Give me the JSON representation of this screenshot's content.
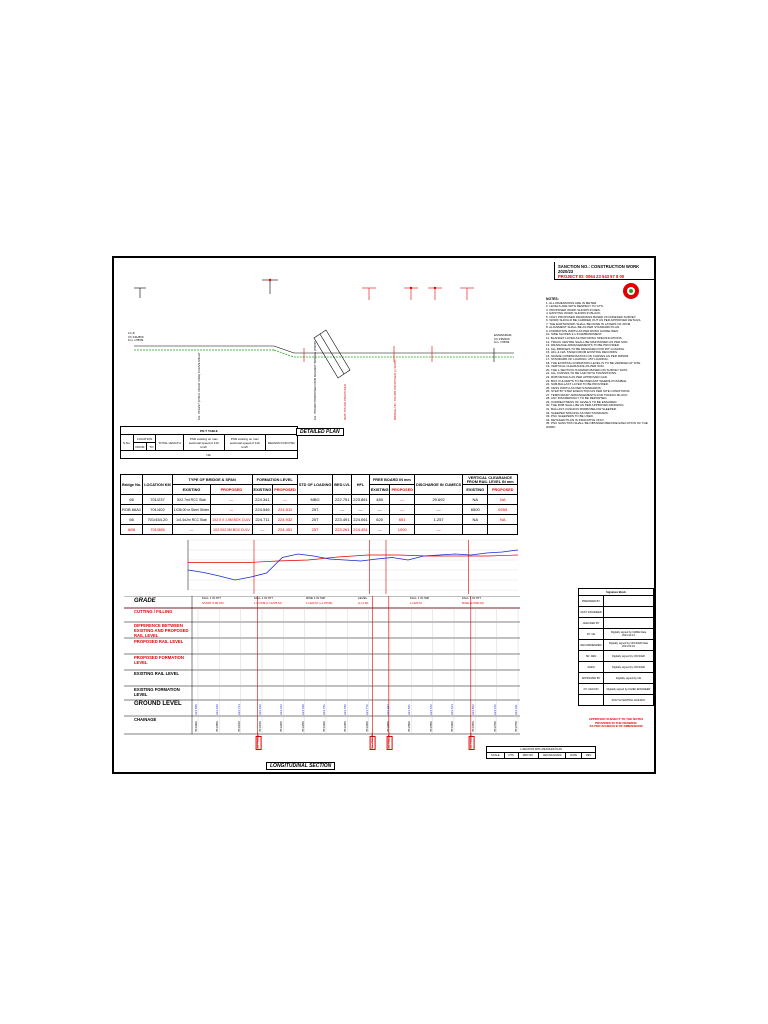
{
  "sheet": {
    "title_lines": [
      "SANCTION NO.: CONSTRUCTION WORK 2020/23",
      "PROJECT ID: 0064 23 543 57 8 00"
    ],
    "detailed_plan_caption": "DETAILED PLAN",
    "longitudinal_section_caption": "LONGITUDINAL SECTION"
  },
  "plan": {
    "left_label": [
      "LC-8",
      "Ch 231/800",
      "Km. 178/99"
    ],
    "right_label": [
      "ESSWARAM",
      "Ch 235/000",
      "Km. 178/99"
    ],
    "vert_labels": [
      {
        "text": "CH. 703/237 (P.W.D. ROAD XING) CURVE RIGHT",
        "color": "black"
      },
      {
        "text": "CH. 706/400 PROPOSED ROB RAILWAY BRIDGE (PROP)",
        "color": "black"
      },
      {
        "text": "ROB 707/402 PROPOSED",
        "color": "red"
      },
      {
        "text": "BRIDGE NO. 701/485 PROPOSED (3 SPAN)",
        "color": "red"
      }
    ],
    "tags": [
      "ROB",
      "RAILWAY",
      "ROAD"
    ]
  },
  "pr_table": {
    "title": "P.R.T TABLE",
    "headers": [
      "S.No.",
      "LOCATION",
      "TOTAL LENGTH",
      "PSR existing on max sectional speed of 110 km/h",
      "PSR existing on max sectional speed of 110 km/h",
      "REASON FOR PSR"
    ],
    "sub_headers": [
      "FROM",
      "TO"
    ],
    "value": "NIL"
  },
  "bridge_table": {
    "headers": [
      "Bridge No.",
      "LOCATION KM",
      "TYPE OF BRIDGE & SPAN",
      "",
      "FORMATION LEVEL",
      "",
      "STD OF LOADING",
      "BED LVL",
      "HFL",
      "FREE BOARD IN mm",
      "",
      "DISCHARGE IN CUMECS",
      "VERTICAL CLEARANCE FROM RAIL LEVEL IN mm",
      ""
    ],
    "sub_headers": [
      "EXISTING",
      "PROPOSED",
      "EXISTING",
      "PROPOSED",
      "EXISTING",
      "PROPOSED",
      "EXISTING",
      "PROPOSED"
    ],
    "rows": [
      {
        "no": "66",
        "km": "701/237",
        "type_ex": "5X2.7mt RCC Slab",
        "type_pr": "—",
        "fl_ex": "224.341",
        "fl_pr": "—",
        "std": "MBG",
        "bed": "222.751",
        "hfl": "223.861",
        "fb_ex": "480",
        "fb_pr": "—",
        "dis": "29.692",
        "vc_ex": "NA",
        "vc_pr": "NA",
        "red": false
      },
      {
        "no": "ROB 66A1",
        "km": "701/402",
        "type_ex": "1X36.00 m Steel Girder",
        "type_pr": "—",
        "fl_ex": "224.546",
        "fl_pr": "224.511",
        "std": "25T",
        "bed": "—",
        "hfl": "—",
        "fb_ex": "—",
        "fb_pr": "—",
        "dis": "—",
        "vc_ex": "6500",
        "vc_pr": "6555",
        "red": false
      },
      {
        "no": "66",
        "km": "701/454.20",
        "type_ex": "1x1.6x2m RCC Slab",
        "type_pr": "1X2.0 X 1.5M BOX CULV",
        "fl_ex": "224.711",
        "fl_pr": "224.932",
        "std": "25T",
        "bed": "223.491",
        "hfl": "224.061",
        "fb_ex": "620",
        "fb_pr": "651",
        "dis": "1.257",
        "vc_ex": "NA",
        "vc_pr": "NA",
        "red": false
      },
      {
        "no": "66B",
        "km": "701/585",
        "type_ex": "—",
        "type_pr": "1X2.0X2.0M BOX CULV",
        "fl_ex": "—",
        "fl_pr": "224.451",
        "std": "25T",
        "bed": "223.261",
        "hfl": "224.451",
        "fb_ex": "—",
        "fb_pr": "1000",
        "dis": "—",
        "vc_ex": "",
        "vc_pr": "",
        "red": true
      }
    ]
  },
  "section": {
    "grade_title": "GRADE",
    "grade_texts": [
      "FALL 1 IN 877",
      "FALL 1 IN 877",
      "RISE 1 IN 500",
      "LEVEL",
      "FALL 1 IN 500",
      "FALL 1 IN 877"
    ],
    "grade_sub": [
      "START 0.00 KM",
      "1 IN 549 (L=1235 M)",
      "L=420 M (+1.071M)",
      "(L=1 M)",
      "L=420 M",
      "RISE (L=500 M)"
    ],
    "row_labels": [
      {
        "text": "CUTTING / FILLING",
        "color": "red"
      },
      {
        "text": "DIFFERENCE BETWEEN EXISTING AND PROPOSED RAIL LEVEL",
        "color": "red"
      },
      {
        "text": "PROPOSED RAIL LEVEL",
        "color": "red"
      },
      {
        "text": "PROPOSED FORMATION LEVEL",
        "color": "red"
      },
      {
        "text": "EXISTING RAIL LEVEL",
        "color": "black"
      },
      {
        "text": "EXISTING FORMATION LEVEL",
        "color": "black"
      },
      {
        "text": "GROUND LEVEL",
        "color": "black"
      },
      {
        "text": "CHAINAGE",
        "color": "black"
      }
    ],
    "chainages": [
      "701/000",
      "701/050",
      "701/100",
      "701/150",
      "701/200",
      "701/250",
      "701/300",
      "701/350",
      "701/400",
      "701/450",
      "701/500",
      "701/550",
      "701/600",
      "701/650",
      "701/700",
      "701/750"
    ],
    "ground_levels": [
      "223.560",
      "223.649",
      "223.714",
      "223.612",
      "223.433",
      "223.640",
      "223.761",
      "223.790",
      "223.772",
      "223.497",
      "223.541",
      "223.672",
      "223.514",
      "223.562",
      "223.472",
      "223.611"
    ],
    "marker_labels": [
      "CH.701/237",
      "CH.701/402",
      "CH.701/454",
      "CH.701/585"
    ],
    "profile_levels": [
      224.3,
      224.25,
      224.18,
      224.1,
      224.16,
      224.24,
      224.55,
      224.62,
      224.58,
      224.52,
      224.5,
      224.48,
      224.52,
      224.55,
      224.5,
      224.58,
      224.6,
      224.62,
      224.6,
      224.64,
      224.66,
      224.7
    ],
    "grade_line": [
      224.45,
      224.45,
      224.45,
      224.48,
      224.5,
      224.56,
      224.6,
      224.6,
      224.58,
      224.58,
      224.58,
      224.6
    ]
  },
  "signature": {
    "title": "Signature Block",
    "rows": [
      {
        "role": "PREPARED BY",
        "text": ""
      },
      {
        "role": "ASST. ENGINEER",
        "text": ""
      },
      {
        "role": "CHECKED BY",
        "text": ""
      },
      {
        "role": "DY. CE",
        "text": "Digitally signed by NAME Date 2021.03.14"
      },
      {
        "role": "RECOMMENDED",
        "text": "Digitally signed by OFFICER Date 2021.03.15"
      },
      {
        "role": "SR. DEN",
        "text": "Digitally signed by OFFICER"
      },
      {
        "role": "ADEN",
        "text": "Digitally signed by OFFICER"
      },
      {
        "role": "APPROVED BY",
        "text": "Digitally signed by CE"
      },
      {
        "role": "DY. CE/CON",
        "text": "Digitally signed by CHIEF ENGINEER"
      },
      {
        "role": "",
        "text": "SOUTH CENTRAL RAILWAY"
      }
    ]
  },
  "footer": {
    "red_note": [
      "APPROVED SUBJECT TO THE NOTES",
      "PROVIDED IN THE DRAWING",
      "AS PER SCHEDULE OF DIMENSIONS"
    ],
    "drawing_title": "L-SECTION WITH DETAILED PLAN",
    "cells": [
      "SCALE",
      "NTS",
      "DRG NO.",
      "CE/CN/LS/2020",
      "DATE",
      "REV"
    ]
  },
  "notes": {
    "header": "NOTES:",
    "lines": [
      "1. ALL DIMENSIONS ARE IN METER.",
      "2. LEVELS ARE WITH RESPECT TO GTS.",
      "3. PROPOSED WORK SHOWN IN RED.",
      "4. EXISTING WORK SHOWN IN BLACK.",
      "5. ONLY PROPOSED DRAWINGS BASED ON INDEXED SURVEY.",
      "6. WORK SHOULD BE CARRIED OUT AS PER APPROVED DETAILS.",
      "7. THE EARTHWORK SHALL BE DONE IN LAYERS OF 30CM.",
      "8. ALIGNMENT SHALL BE AS PER STANDARD PLAN.",
      "9. FORMATION WIDTH AS PER RDSO GUIDELINES.",
      "10. SIDE SLOPES 2:1 IN EMBANKMENT.",
      "11. BLANKET LAYER AS PER RDSO SPECIFICATIONS.",
      "12. TRACK CENTRE SHALL BE MAINTAINED AS PER SOD.",
      "13. DRAINAGE ARRANGEMENTS TO BE PROVIDED.",
      "14. ALL BRIDGES TO BE DESIGNED FOR 25T LOADING.",
      "15. HFL & LWL TAKEN FROM EXISTING RECORDS.",
      "16. GRADE COMPENSATION ON CURVES AS PER IRPWM.",
      "17. STANDARD OF LOADING: 25T LOADING.",
      "18. THE EXISTING FORMATION LEVEL IS TO BE VERIFIED AT SITE.",
      "19. VERTICAL CLEARANCE AS PER SOD.",
      "20. THE L-SECTION IS DRAWN BASED ON SURVEY DATA.",
      "21. ALL CURVES TO BE LAID WITH TRANSITIONS.",
      "22. ROB DETAILS AS PER APPROVED GAD.",
      "23. BOX CULVERTS TO BE PRECAST WHERE POSSIBLE.",
      "24. SUB-BALLAST LAYER TO BE PROVIDED.",
      "25. CESS WIDTH AS PER STANDARDS.",
      "26. STEP BY STEP EXECUTION AS PER SITE CONDITIONS.",
      "27. TEMPORARY ARRANGEMENTS FOR TRAFFIC BLOCK.",
      "28. ANY DISCREPANCY TO BE REPORTED.",
      "29. CORRECTNESS OF LEVELS TO BE ENSURED.",
      "30. THE ROB SHALL BE AS PER APPROVED DRAWING.",
      "31. BALLAST CUSHION 350MM BELOW SLEEPER.",
      "32. SLEEPER SPACING AS PER STANDARD.",
      "33. PSC SLEEPERS TO BE USED.",
      "34. DETAILED PLAN IS INDICATIVE ONLY.",
      "35. PSC SANCTION SHALL BE OBTAINED BEFORE EXECUTION OF THE WORK."
    ]
  },
  "colors": {
    "red": "#e00000",
    "green": "#1fa31f",
    "blue": "#1a2ad0",
    "black": "#000000"
  }
}
